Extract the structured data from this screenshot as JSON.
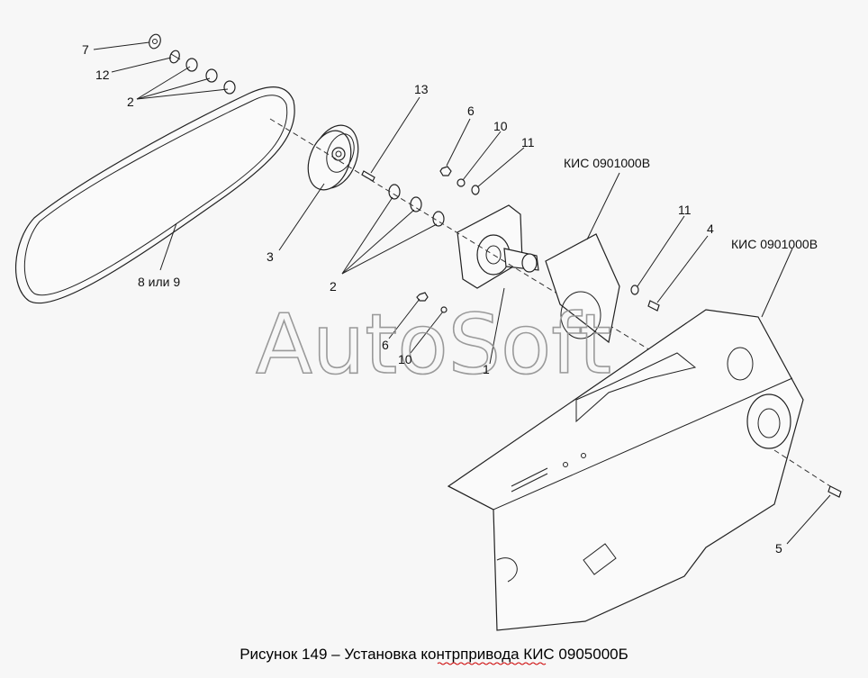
{
  "watermark": "AutoSoft",
  "caption": {
    "prefix": "Рисунок 149 – Установка ",
    "underlined": "контрпривода",
    "suffix": " КИС 0905000Б"
  },
  "callouts": {
    "c7": "7",
    "c12": "12",
    "c2_top": "2",
    "c13": "13",
    "c6_top": "6",
    "c10_top": "10",
    "c11_top": "11",
    "kis_plate": "КИС 0901000В",
    "c11_right": "11",
    "c4": "4",
    "kis_frame": "КИС 0901000В",
    "c3": "3",
    "c8or9": "8 или 9",
    "c2_mid": "2",
    "c6_low": "6",
    "c10_low": "10",
    "c1": "1",
    "c5": "5"
  }
}
